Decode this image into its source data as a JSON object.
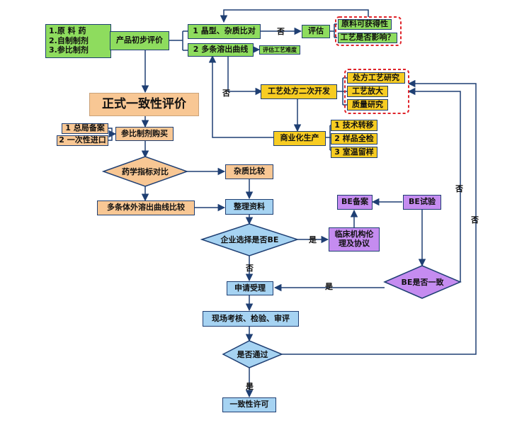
{
  "raw_materials": [
    "1.原 料 药",
    "2.自制制剂",
    "3.参比制剂"
  ],
  "initial_eval": "产品初步评价",
  "crystal_impurity": "1 晶型、杂质比对",
  "dissolution_curves": "2 多条溶出曲线",
  "assess_difficulty": "评估工艺难度",
  "evaluate": "评估",
  "eval_results": [
    "原料可获得性",
    "工艺是否影响？"
  ],
  "process_dev": "工艺处方二次开发",
  "process_items": [
    "处方工艺研究",
    "工艺放大",
    "质量研究"
  ],
  "commercial": "商业化生产",
  "commercial_items": [
    "1 技术转移",
    "2 样品全检",
    "3 室温留样"
  ],
  "formal_eval": "正式一致性评价",
  "purchase_sources": [
    "1 总局备案",
    "2 一次性进口"
  ],
  "ref_purchase": "参比制剂购买",
  "pharm_compare": "药学指标对比",
  "impurity_compare": "杂质比较",
  "multi_dissolution": "多条体外溶出曲线比较",
  "organize": "整理资料",
  "choose_be": "企业选择是否BE",
  "clinical": [
    "临床机构伦",
    "理及协议"
  ],
  "be_filing": "BE备案",
  "be_trial": "BE试验",
  "be_consistent": "BE是否一致",
  "apply": "申请受理",
  "onsite": "现场考核、检验、审评",
  "passed": "是否通过",
  "license": "一致性许可",
  "labels": {
    "yes": "是",
    "no": "否"
  },
  "colors": {
    "green": "#8edc5e",
    "orange": "#f8c794",
    "blue": "#a6d3f2",
    "yellow": "#f7cc22",
    "purple": "#c58cf0",
    "line": "#1f3f73"
  }
}
